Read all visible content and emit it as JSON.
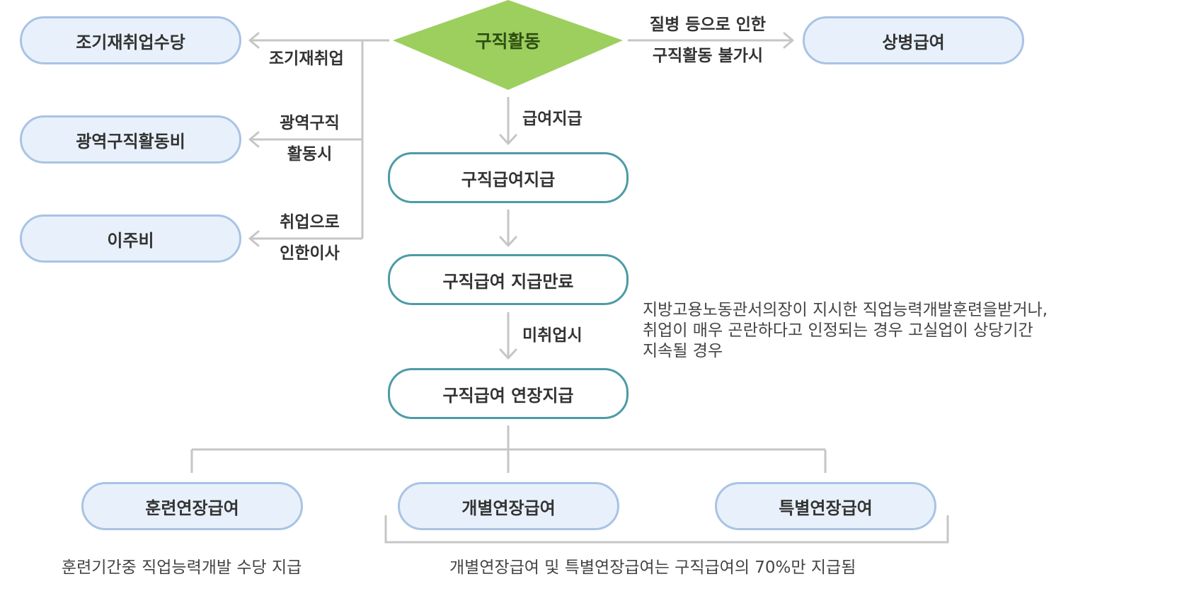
{
  "nodes": {
    "job_search_activity": "구직활동",
    "early_reemployment_allowance": "조기재취업수당",
    "wide_area_job_search_cost": "광역구직활동비",
    "relocation_cost": "이주비",
    "sickness_benefit": "상병급여",
    "job_seeking_benefit_payment": "구직급여지급",
    "job_seeking_benefit_payment_end": "구직급여 지급만료",
    "job_seeking_benefit_extension": "구직급여 연장지급",
    "training_extension_benefit": "훈련연장급여",
    "individual_extension_benefit": "개별연장급여",
    "special_extension_benefit": "특별연장급여"
  },
  "edge_labels": {
    "early_reemployment": "조기재취업",
    "wide_area_line1": "광역구직",
    "wide_area_line2": "활동시",
    "relocation_line1": "취업으로",
    "relocation_line2": "인한이사",
    "sickness_line1": "질병 등으로 인한",
    "sickness_line2": "구직활동 불가시",
    "benefit_payment": "급여지급",
    "not_employed": "미취업시"
  },
  "notes": {
    "extension_condition_line1": "지방고용노동관서의장이 지시한 직업능력개발훈련을받거나,",
    "extension_condition_line2": "취업이 매우 곤란하다고 인정되는 경우 고실업이 상당기간",
    "extension_condition_line3": "지속될 경우",
    "training_note": "훈련기간중 직업능력개발 수당 지급",
    "extension_rate_note": "개별연장급여 및 특별연장급여는 구직급여의 70%만 지급됨"
  },
  "colors": {
    "diamond_fill": "#9ccf5e",
    "light_node_fill": "#e8f1fb",
    "light_node_border": "#a9c3e4",
    "teal_node_border": "#4c9ba6",
    "connector": "#c6c6c6"
  }
}
